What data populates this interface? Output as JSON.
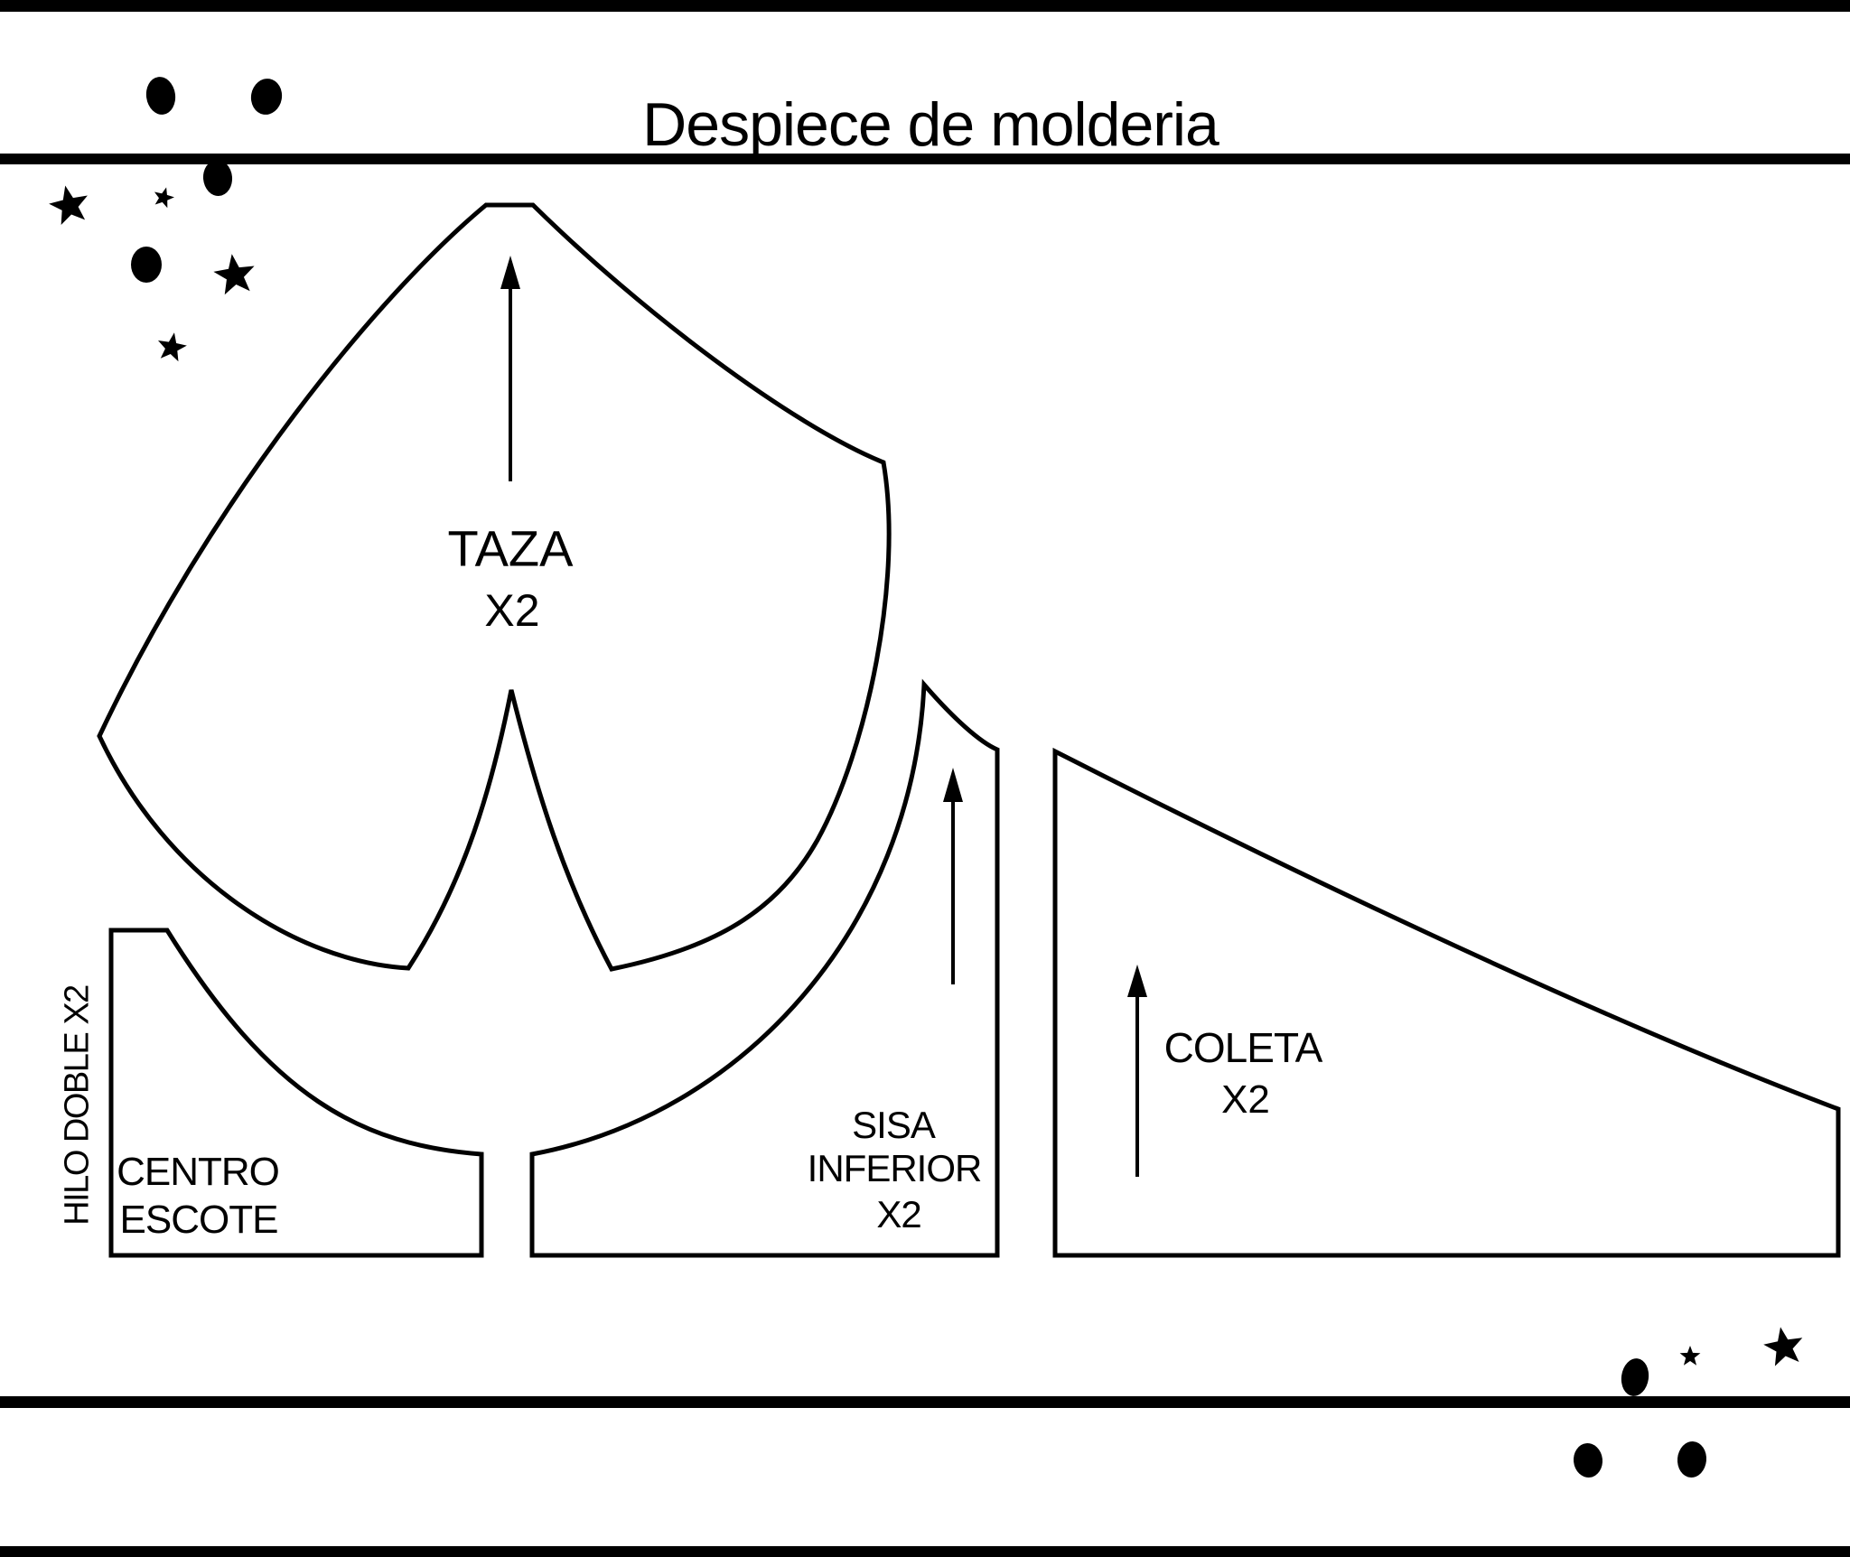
{
  "page": {
    "title": "Despiece de molderia"
  },
  "pieces": {
    "taza": {
      "name": "TAZA",
      "quantity": "X2"
    },
    "centro_escote": {
      "name_line1": "CENTRO",
      "name_line2": "ESCOTE",
      "grain_note": "HILO DOBLE X2"
    },
    "sisa_inferior": {
      "name_line1": "SISA",
      "name_line2": "INFERIOR",
      "quantity": "X2"
    },
    "coleta": {
      "name": "COLETA",
      "quantity": "X2"
    }
  },
  "icons": {
    "grainline_arrow": "↑",
    "star": "★",
    "dot": "●"
  },
  "colors": {
    "ink": "#000000",
    "paper": "#ffffff"
  }
}
